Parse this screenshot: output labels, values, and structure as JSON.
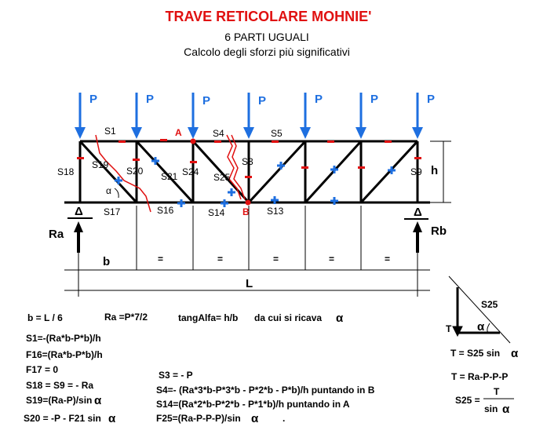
{
  "title": "TRAVE RETICOLARE MOHNIE'",
  "subtitle1": "6 PARTI UGUALI",
  "subtitle2": "Calcolo degli sforzi più significativi",
  "load_label": "P",
  "truss": {
    "top_labels": [
      "S1",
      "S4",
      "S5"
    ],
    "vertical_labels": [
      "S18",
      "S20",
      "S24",
      "S3",
      "S9"
    ],
    "diagonal_labels": [
      "S19",
      "S21",
      "S25"
    ],
    "bottom_labels": [
      "S17",
      "S16",
      "S14",
      "S13"
    ],
    "node_a": "A",
    "node_b": "B",
    "alpha": "α",
    "h": "h",
    "ra": "Ra",
    "rb": "Rb",
    "support": "Δ",
    "b": "b",
    "equal": "=",
    "span": "L",
    "minus": "−",
    "plus": "+"
  },
  "triangle": {
    "s25": "S25",
    "t": "T",
    "alpha": "α"
  },
  "formulas": {
    "b_def": "b = L / 6",
    "ra_def": "Ra =P*7/2",
    "tan": "tangAlfa= h/b",
    "ricava": "da cui si ricava",
    "alpha": "α",
    "s1": "S1=-(Ra*b-P*b)/h",
    "f16": "F16=(Ra*b-P*b)/h",
    "f17": "F17 = 0",
    "s18": "S18 = S9 = - Ra",
    "s19": "S19=(Ra-P)/sin",
    "s20": "S20 = -P - F21 sin",
    "s3": "S3 = - P",
    "s4": "S4=- (Ra*3*b-P*3*b - P*2*b - P*b)/h   puntando in B",
    "s14": "S14=(Ra*2*b-P*2*b - P*1*b)/h    puntando in A",
    "f25": "F25=(Ra-P-P-P)/sin",
    "dot": ".",
    "t1": "T = S25  sin",
    "t2": "T = Ra-P-P-P",
    "s25_lhs": "S25 =",
    "s25_num": "T",
    "s25_den": "sin"
  },
  "colors": {
    "title": "#e01010",
    "load": "#1e6fe0",
    "compression": "#e01010",
    "tension": "#1e6fe0"
  }
}
